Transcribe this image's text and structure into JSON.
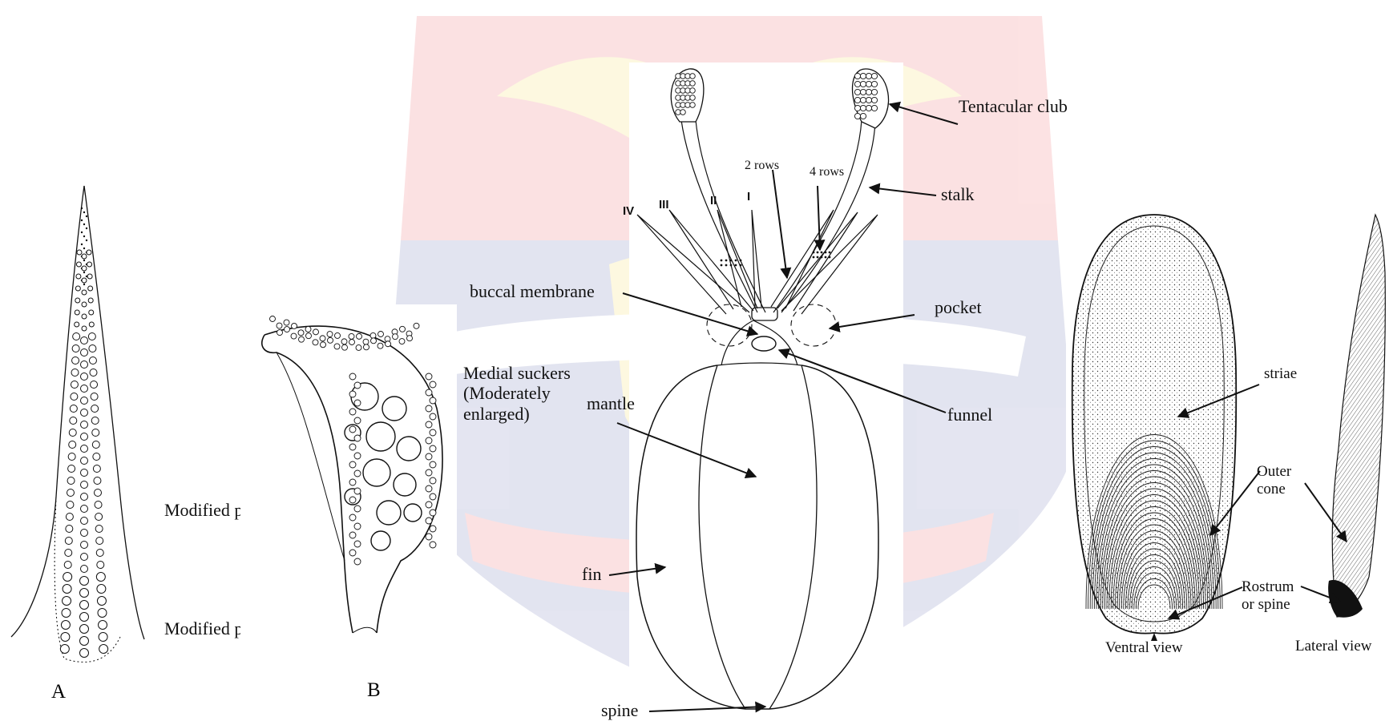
{
  "panels": {
    "a": {
      "letter": "A",
      "labels": [
        "Modified portion",
        "Modified portion"
      ]
    },
    "b": {
      "letter": "B",
      "label": "Medial suckers (Moderately enlarged)"
    },
    "squid": {
      "labels": {
        "tentacular_club": "Tentacular club",
        "two_rows": "2 rows",
        "four_rows": "4 rows",
        "stalk": "stalk",
        "buccal_membrane": "buccal membrane",
        "pocket": "pocket",
        "funnel": "funnel",
        "mantle": "mantle",
        "fin": "fin",
        "spine": "spine"
      },
      "arm_numerals": [
        "IV",
        "III",
        "II",
        "I"
      ]
    },
    "cuttlebone": {
      "labels": {
        "striae": "striae",
        "outer_cone": "Outer cone",
        "rostrum": "Rostrum or spine",
        "ventral_view": "Ventral view",
        "lateral_view": "Lateral view"
      }
    }
  },
  "colors": {
    "ink": "#111111",
    "watermark_red": "#e5202a",
    "watermark_blue": "#2b3990",
    "watermark_yellow": "#f7d117"
  }
}
